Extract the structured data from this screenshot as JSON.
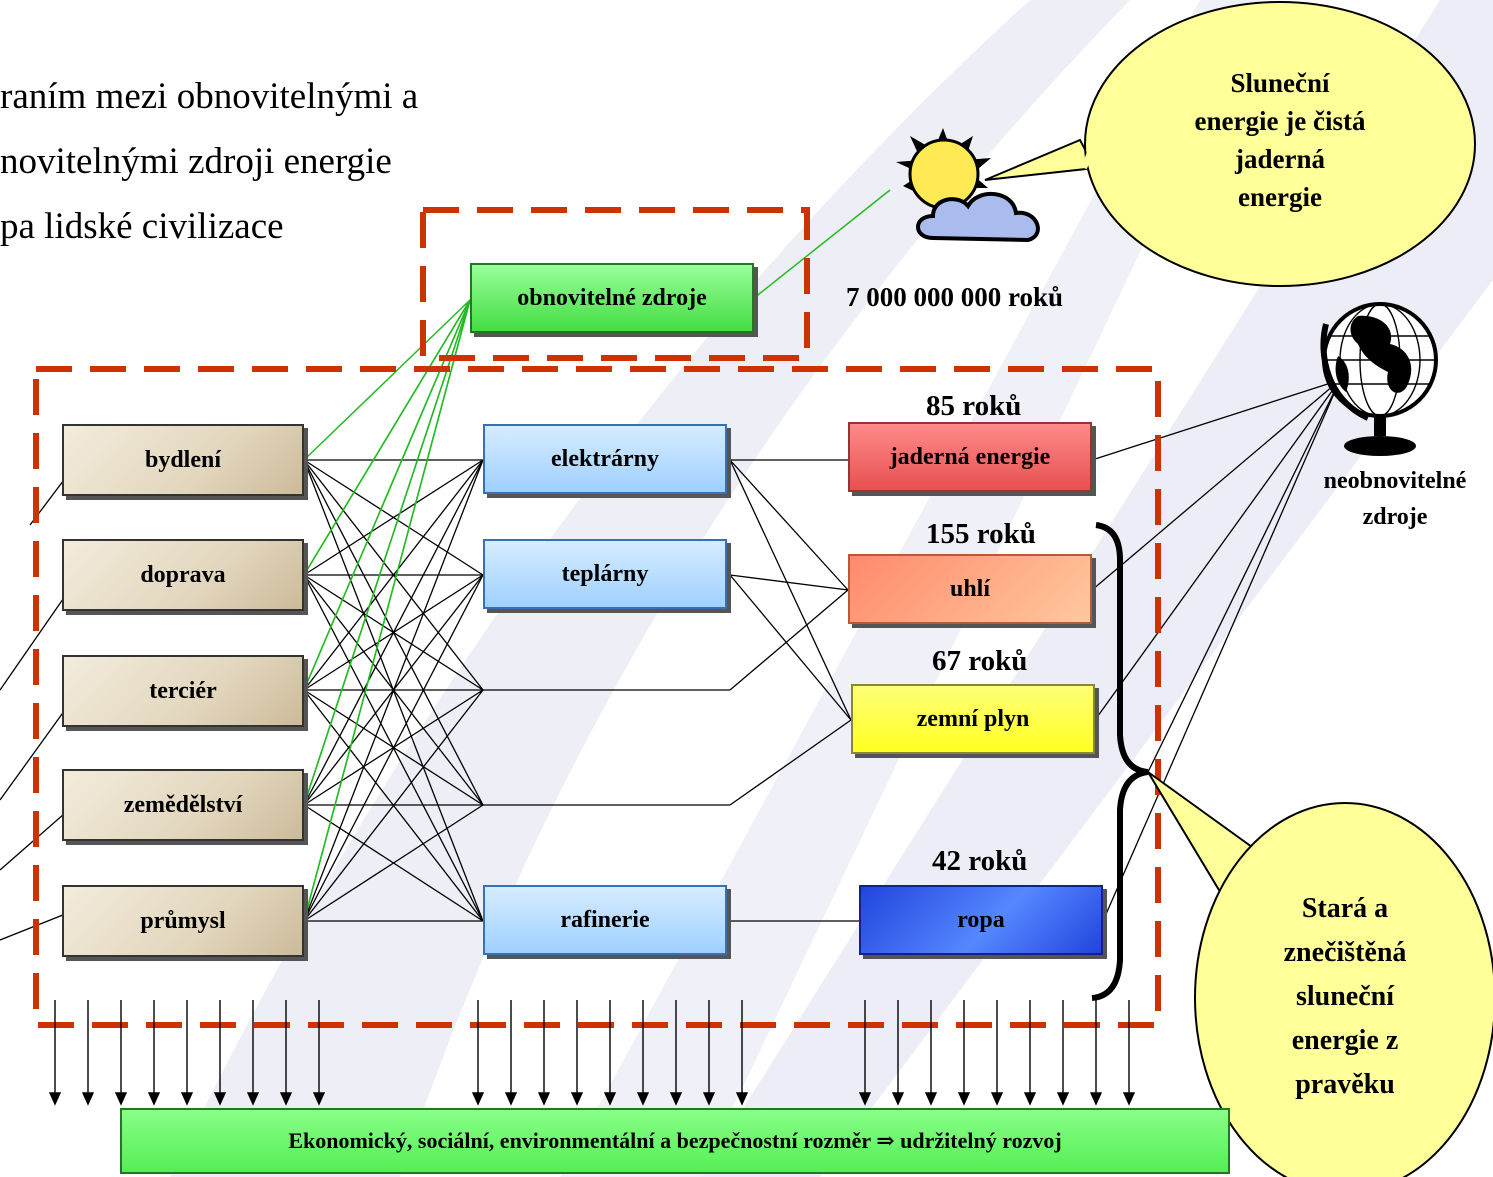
{
  "title_lines": [
    "raním mezi obnovitelnými a",
    "novitelnými zdroji energie",
    "pa lidské civilizace"
  ],
  "renewable": {
    "label": "obnovitelné zdroje",
    "years": "7 000 000 000 roků",
    "bubble": [
      "Sluneční",
      "energie je čistá",
      "jaderná",
      "energie"
    ]
  },
  "nonrenewable": {
    "label_lines": [
      "neobnovitelné",
      "zdroje"
    ],
    "bubble": [
      "Stará a",
      "znečištěná",
      "sluneční",
      "energie z",
      "pravěku"
    ]
  },
  "sectors": [
    "bydlení",
    "doprava",
    "terciér",
    "zemědělství",
    "průmysl"
  ],
  "intermediaries": [
    "elektrárny",
    "teplárny",
    "rafinerie"
  ],
  "sources": [
    {
      "name": "jaderná energie",
      "years": "85 roků",
      "color": "#ef6a6a"
    },
    {
      "name": "uhlí",
      "years": "155 roků",
      "color": "#ff9b66"
    },
    {
      "name": "zemní plyn",
      "years": "67 roků",
      "color": "#ffff44"
    },
    {
      "name": "ropa",
      "years": "42 roků",
      "color": "#3366ee"
    }
  ],
  "footer": "Ekonomický, sociální, environmentální a bezpečnostní rozměr ⇒ udržitelný rozvoj",
  "colors": {
    "dashed_border": "#cc3300",
    "renewable_green": "#55ee55",
    "footer_green": "#66ff66",
    "link_green": "#22bb22",
    "bubble_yellow": "#ffff99"
  }
}
